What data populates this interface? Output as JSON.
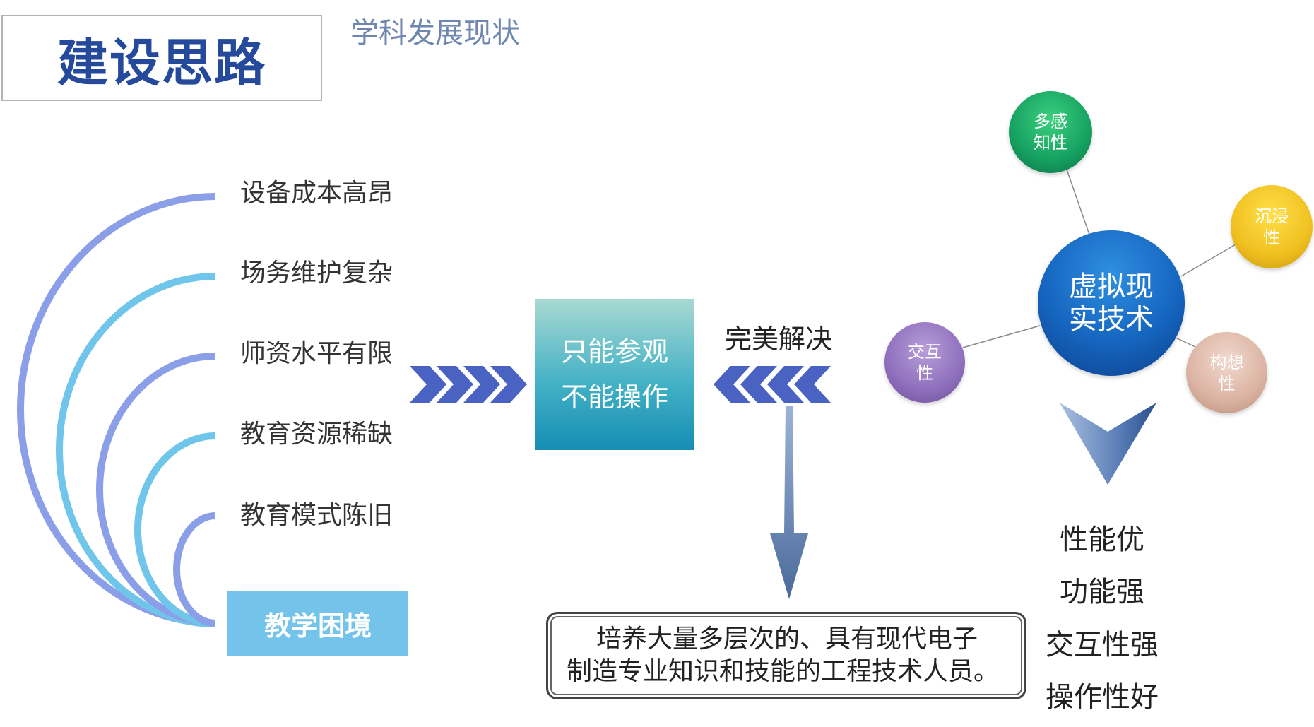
{
  "header": {
    "title": "建设思路",
    "subtitle": "学科发展现状"
  },
  "problems": {
    "items": [
      "设备成本高昂",
      "场务维护复杂",
      "师资水平有限",
      "教育资源稀缺",
      "教育模式陈旧"
    ],
    "group_label": "教学困境"
  },
  "center": {
    "line1": "只能参观",
    "line2": "不能操作"
  },
  "solution": {
    "label": "完美解决"
  },
  "vr": {
    "main": "虚拟现\n实技术",
    "senses": "多感\n知性",
    "immersion": "沉浸\n性",
    "interactive": "交互\n性",
    "imagination": "构想\n性"
  },
  "advantages": [
    "性能优",
    "功能强",
    "交互性强",
    "操作性好"
  ],
  "goal": {
    "line1": "培养大量多层次的、具有现代电子",
    "line2": "制造专业知识和技能的工程技术人员。"
  },
  "colors": {
    "title": "#254a9c",
    "arc_purple": "#8b9ee8",
    "arc_cyan": "#70c6ea",
    "chevron": "#4a63c2",
    "dilemma_box": "#74c3ea",
    "arrow": "#4f6f9c"
  }
}
